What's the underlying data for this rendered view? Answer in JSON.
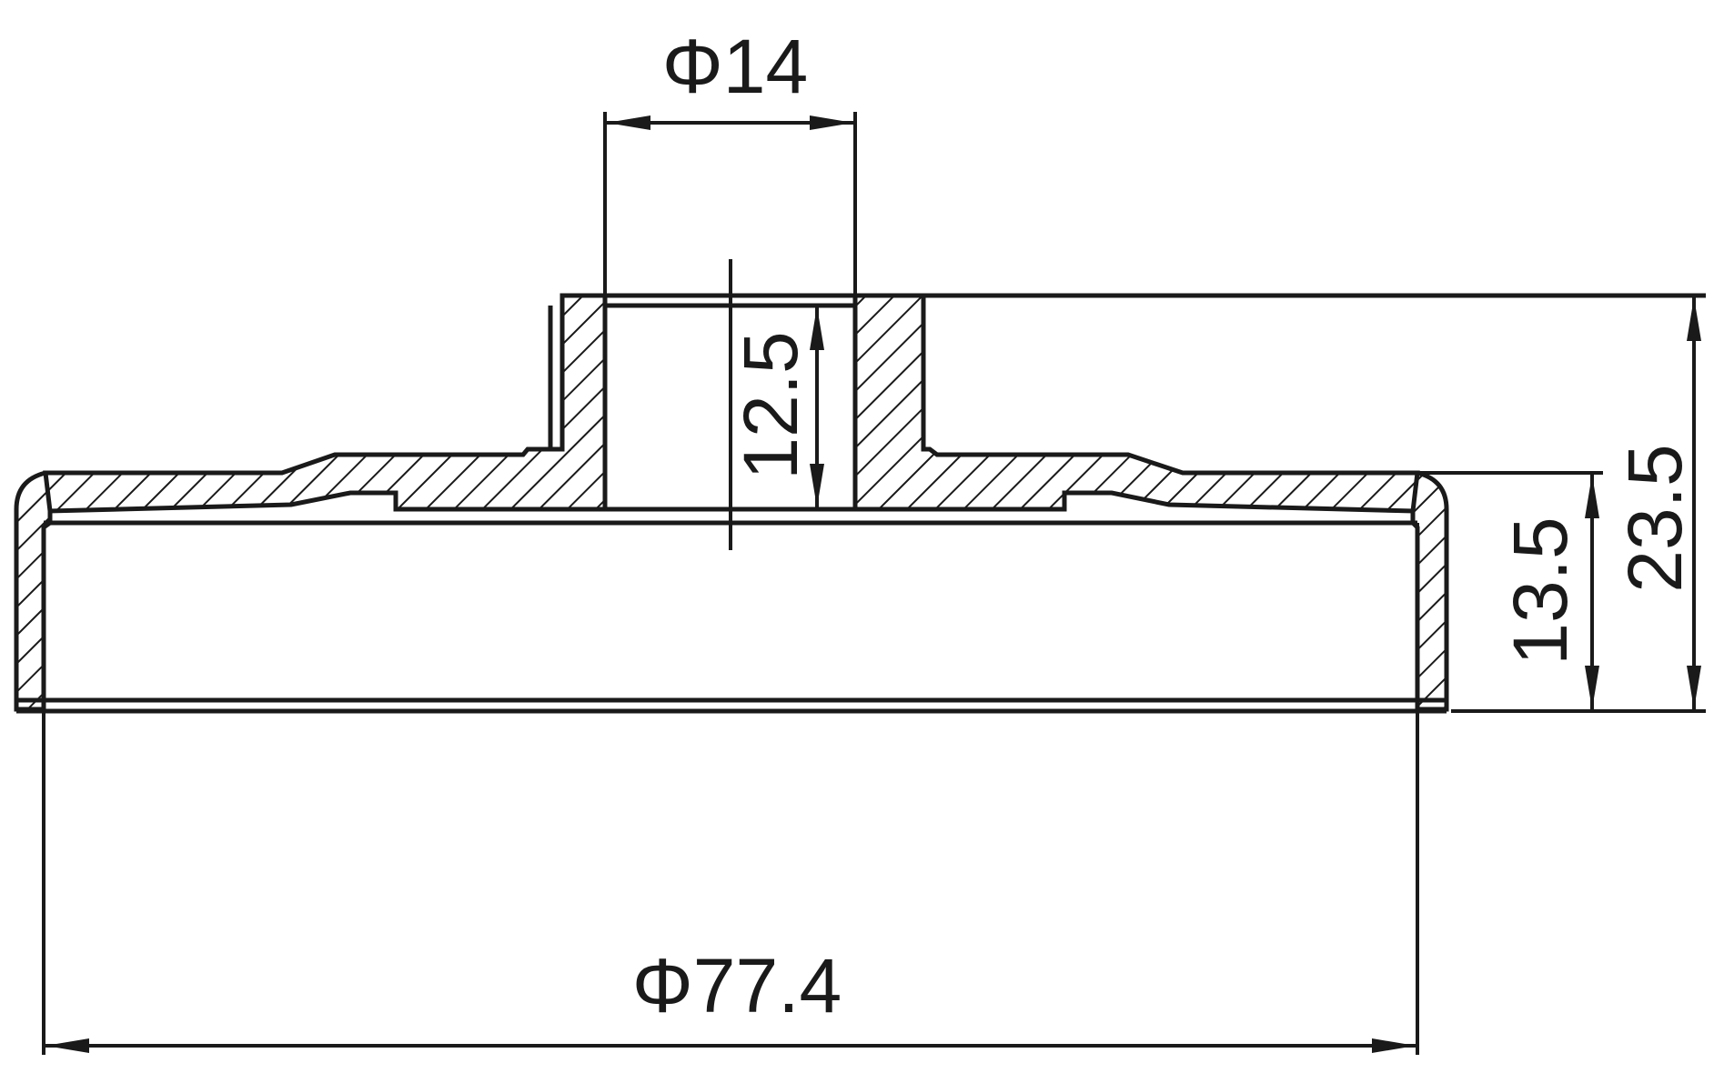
{
  "drawing": {
    "title": "",
    "dimensions": {
      "neck_diameter": "Φ14",
      "neck_height": "12.5",
      "body_height": "13.5",
      "total_height": "23.5",
      "outer_diameter": "Φ77.4"
    },
    "colors": {
      "line": "#1a1a1a",
      "background": "#ffffff"
    }
  }
}
